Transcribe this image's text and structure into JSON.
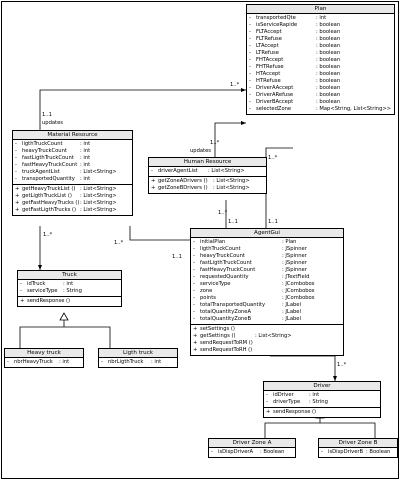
{
  "plan": {
    "title": "Plan",
    "attributes": [
      {
        "vis": "-",
        "name": "transportedQte",
        "type": ": int"
      },
      {
        "vis": "-",
        "name": "isServiceRapide",
        "type": ": boolean"
      },
      {
        "vis": "-",
        "name": "FLTAccept",
        "type": ": boolean"
      },
      {
        "vis": "-",
        "name": "FLTRefuse",
        "type": ": boolean"
      },
      {
        "vis": "-",
        "name": "LTAccept",
        "type": ": boolean"
      },
      {
        "vis": "-",
        "name": "LTRefuse",
        "type": ": boolean"
      },
      {
        "vis": "-",
        "name": "FHTAccept",
        "type": ": boolean"
      },
      {
        "vis": "-",
        "name": "FHTRefuse",
        "type": ": boolean"
      },
      {
        "vis": "-",
        "name": "HTAccept",
        "type": ": boolean"
      },
      {
        "vis": "-",
        "name": "HTRefuse",
        "type": ": boolean"
      },
      {
        "vis": "-",
        "name": "DriverAAccept",
        "type": ": boolean"
      },
      {
        "vis": "-",
        "name": "DriverARefuse",
        "type": ": boolean"
      },
      {
        "vis": "-",
        "name": "DriverBAccept",
        "type": ": boolean"
      },
      {
        "vis": "-",
        "name": "selectedZone",
        "type": ": Map<String, List<String>>"
      }
    ]
  },
  "material": {
    "title": "Material Resource",
    "attributes": [
      {
        "vis": "-",
        "name": "ligthTruckCount",
        "type": ": int"
      },
      {
        "vis": "-",
        "name": "heavyTruckCount",
        "type": ": int"
      },
      {
        "vis": "-",
        "name": "fastLigthTruckCount",
        "type": ": int"
      },
      {
        "vis": "-",
        "name": "fastHeavyTruckCount",
        "type": ": int"
      },
      {
        "vis": "-",
        "name": "truckAgentList",
        "type": ": List<String>"
      },
      {
        "vis": "-",
        "name": "transportedQuantity",
        "type": ": int"
      }
    ],
    "operations": [
      {
        "vis": "+",
        "name": "getHeavyTruckList ()",
        "type": ": List<String>"
      },
      {
        "vis": "+",
        "name": "getLigthTruckList ()",
        "type": ": List<String>"
      },
      {
        "vis": "+",
        "name": "getFastHeavyTrucks ()",
        "type": ": List<String>"
      },
      {
        "vis": "+",
        "name": "getFastLigthTrucks ()",
        "type": ": List<String>"
      }
    ]
  },
  "human": {
    "title": "Human Resource",
    "attributes": [
      {
        "vis": "-",
        "name": "driverAgentList",
        "type": ": List<String>"
      }
    ],
    "operations": [
      {
        "vis": "+",
        "name": "getZoneADrivers ()",
        "type": ": List<String>"
      },
      {
        "vis": "+",
        "name": "getZoneBDrivers ()",
        "type": ": List<String>"
      }
    ]
  },
  "agentgui": {
    "title": "AgentGui",
    "attributes": [
      {
        "vis": "-",
        "name": "initialPlan",
        "type": ": Plan"
      },
      {
        "vis": "-",
        "name": "ligthTruckCount",
        "type": ": JSpinner"
      },
      {
        "vis": "-",
        "name": "heavyTruckCount",
        "type": ": JSpinner"
      },
      {
        "vis": "-",
        "name": "fastLigthTruckCount",
        "type": ": JSpinner"
      },
      {
        "vis": "-",
        "name": "fastHeavyTruckCount",
        "type": ": JSpinner"
      },
      {
        "vis": "-",
        "name": "requestedQuantity",
        "type": ": JTextField"
      },
      {
        "vis": "-",
        "name": "serviceType",
        "type": ": JCombobox"
      },
      {
        "vis": "-",
        "name": "zone",
        "type": ": JCombobox"
      },
      {
        "vis": "-",
        "name": "points",
        "type": ": JCombobox"
      },
      {
        "vis": "-",
        "name": "totalTransportedQuantity",
        "type": ": JLabel"
      },
      {
        "vis": "-",
        "name": "totalQuantityZoneA",
        "type": ": JLabel"
      },
      {
        "vis": "-",
        "name": "totalQuantityZoneB",
        "type": ": JLabel"
      }
    ],
    "operations": [
      {
        "vis": "+",
        "name": "setSettings ()",
        "type": ""
      },
      {
        "vis": "+",
        "name": "getSettings ()",
        "type": ": List<String>"
      },
      {
        "vis": "+",
        "name": "sendRequestToRM ()",
        "type": ""
      },
      {
        "vis": "+",
        "name": "sendRequestToRH ()",
        "type": ""
      }
    ]
  },
  "truck": {
    "title": "Truck",
    "attributes": [
      {
        "vis": "-",
        "name": "idTruck",
        "type": ": int"
      },
      {
        "vis": "-",
        "name": "serviceType",
        "type": ": String"
      }
    ],
    "operations": [
      {
        "vis": "+",
        "name": "sendResponse ()",
        "type": ""
      }
    ]
  },
  "heavy": {
    "title": "Heavy truck",
    "attributes": [
      {
        "vis": "-",
        "name": "nbrHeavyTruck",
        "type": ": int"
      }
    ]
  },
  "ligth": {
    "title": "Ligth truck",
    "attributes": [
      {
        "vis": "-",
        "name": "nbrLigthTruck",
        "type": ": int"
      }
    ]
  },
  "driver": {
    "title": "Driver",
    "attributes": [
      {
        "vis": "-",
        "name": "idDriver",
        "type": ": int"
      },
      {
        "vis": "-",
        "name": "driverType",
        "type": ": String"
      }
    ],
    "operations": [
      {
        "vis": "+",
        "name": "sendResponse ()",
        "type": ""
      }
    ]
  },
  "zonea": {
    "title": "Driver Zone A",
    "attributes": [
      {
        "vis": "-",
        "name": "isDispDriverA",
        "type": ": Boolean"
      }
    ]
  },
  "zoneb": {
    "title": "Driver Zone B",
    "attributes": [
      {
        "vis": "-",
        "name": "isDispDriverB",
        "type": ": Boolean"
      }
    ]
  },
  "labels": {
    "mult_plan_left_top": "1..*",
    "mult_plan_left_bottom": "1..1",
    "updates_material": "updates",
    "mult_human_plan": "1..*",
    "updates_human": "updates",
    "mult_plan_gui_top": "1..*",
    "mult_plan_gui_bottom": "1..1",
    "mult_human_gui_top": "1..*",
    "mult_human_gui_bottom": "1..1",
    "mult_material_gui_top": "1..*",
    "mult_material_gui_bottom": "1..1",
    "mult_truck": "1..*",
    "mult_driver": "1..*"
  }
}
